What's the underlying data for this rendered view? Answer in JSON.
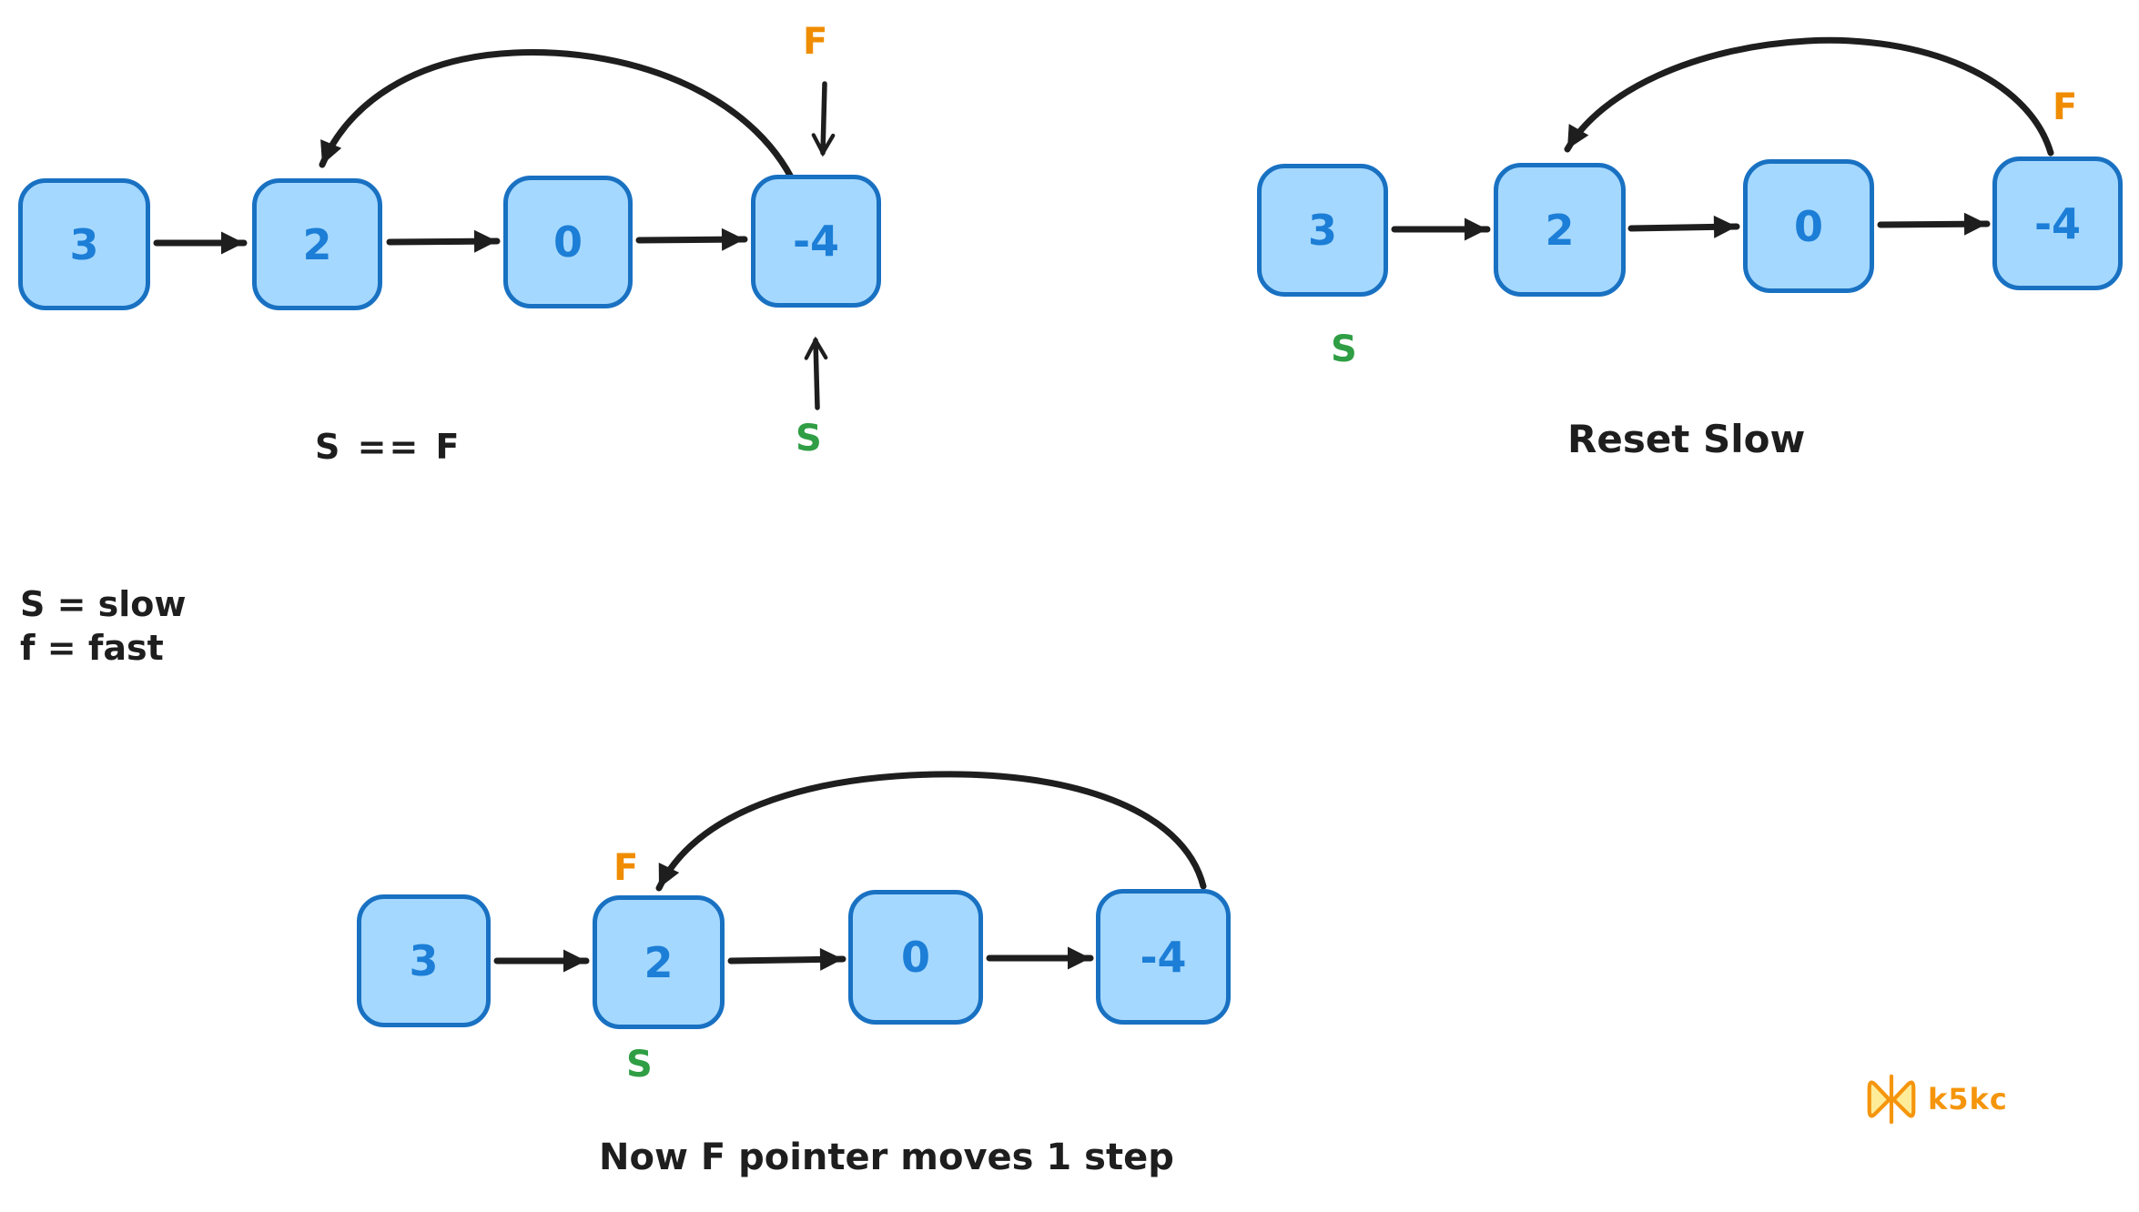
{
  "colors": {
    "node_fill": "#a5d8ff",
    "node_stroke": "#1971c2",
    "node_text": "#1c7ed6",
    "ink": "#1e1e1e",
    "fast": "#f08c00",
    "slow": "#2f9e44",
    "brand": "#f5950c",
    "brand_wing_fill": "#ffec99"
  },
  "legend": {
    "line1": "S = slow",
    "line2": "f = fast"
  },
  "diagrams": [
    {
      "name": "pointers-meet",
      "caption": "S == F",
      "nodes": [
        "3",
        "2",
        "0",
        "-4"
      ],
      "fast_label": "F",
      "slow_label": "S"
    },
    {
      "name": "reset-slow",
      "caption": "Reset Slow",
      "nodes": [
        "3",
        "2",
        "0",
        "-4"
      ],
      "fast_label": "F",
      "slow_label": "S"
    },
    {
      "name": "fast-moves-one-step",
      "caption": "Now F pointer moves 1 step",
      "nodes": [
        "3",
        "2",
        "0",
        "-4"
      ],
      "fast_label": "F",
      "slow_label": "S"
    }
  ],
  "watermark": {
    "icon": "butterfly-icon",
    "text": "k5kc"
  }
}
